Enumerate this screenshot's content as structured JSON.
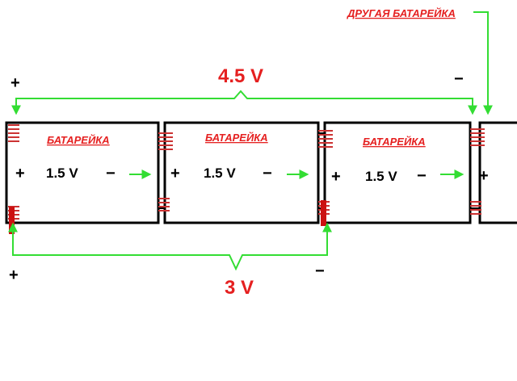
{
  "diagram": {
    "other_battery_label": "ДРУГАЯ БАТАРЕЙКА",
    "total_voltage": "4.5 V",
    "partial_voltage": "3 V",
    "plus": "+",
    "minus": "−",
    "batteries": [
      {
        "label": "БАТАРЕЙКА",
        "voltage": "1.5 V"
      },
      {
        "label": "БАТАРЕЙКА",
        "voltage": "1.5 V"
      },
      {
        "label": "БАТАРЕЙКА",
        "voltage": "1.5 V"
      }
    ]
  },
  "colors": {
    "arrow_green": "#33dd33",
    "label_red": "#e52020",
    "outline": "#000000",
    "spring": "#cc3333"
  }
}
